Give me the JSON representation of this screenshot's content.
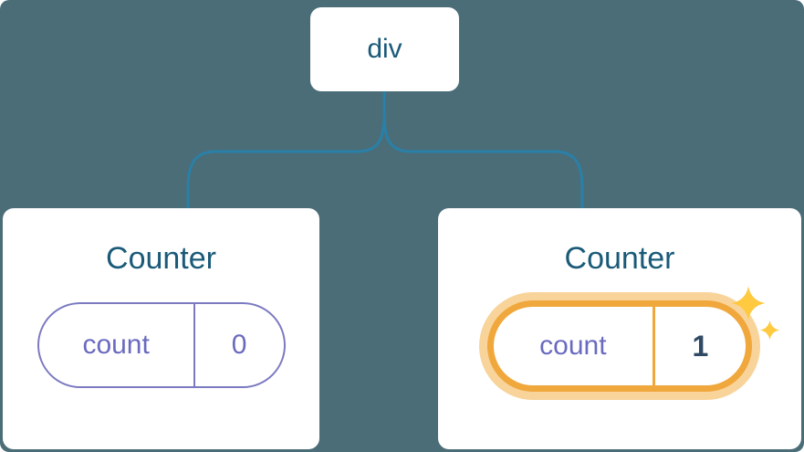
{
  "diagram": {
    "root": {
      "label": "div"
    },
    "components": [
      {
        "title": "Counter",
        "state": {
          "name": "count",
          "value": "0"
        },
        "highlighted": false
      },
      {
        "title": "Counter",
        "state": {
          "name": "count",
          "value": "1"
        },
        "highlighted": true
      }
    ],
    "icons": [
      "sparkle-icon-large",
      "sparkle-icon-small"
    ]
  },
  "colors": {
    "background": "#4b6d78",
    "card": "#ffffff",
    "title_text": "#1a5a78",
    "connector": "#2980a8",
    "state_border": "#7b7ac1",
    "state_text": "#6a6ac0",
    "highlight_border": "#f0a73c",
    "highlight_glow": "#f8d49a",
    "highlight_value_text": "#2f4a63",
    "sparkle": "#ffc940"
  }
}
